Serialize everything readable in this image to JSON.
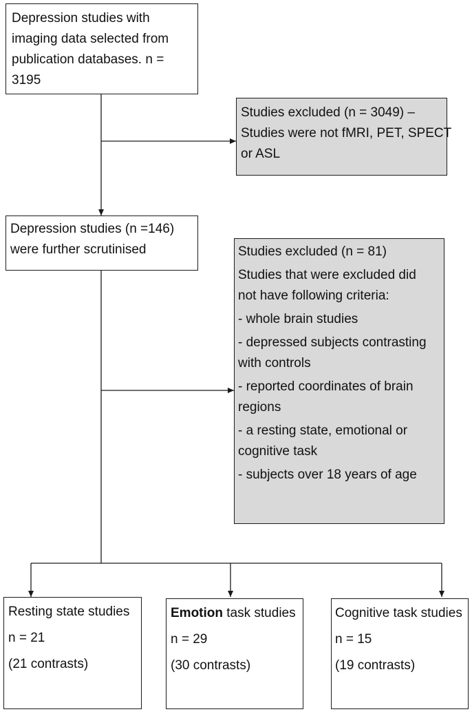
{
  "diagram": {
    "top_box": {
      "lines": [
        "Depression studies with",
        "imaging data selected from",
        "publication databases. n =",
        "3195"
      ]
    },
    "exclusion1": {
      "lines": [
        "Studies excluded (n = 3049) –",
        "Studies were not fMRI, PET, SPECT",
        "or ASL"
      ]
    },
    "mid_box": {
      "lines": [
        "Depression studies (n =146)",
        "were further scrutinised"
      ]
    },
    "exclusion2": {
      "heading": "Studies excluded (n = 81)",
      "intro": [
        "Studies that were excluded did",
        "not have following criteria:"
      ],
      "criteria": [
        [
          "- whole brain studies"
        ],
        [
          "- depressed subjects contrasting",
          "with controls"
        ],
        [
          "- reported coordinates of brain",
          "regions"
        ],
        [
          "- a resting state, emotional or",
          "cognitive task"
        ],
        [
          "- subjects over 18 years of age"
        ]
      ]
    },
    "outcomes": [
      {
        "title": "Resting state studies",
        "n": "n = 21",
        "contrasts": "(21 contrasts)"
      },
      {
        "title_bold": "Emotion",
        "title_rest": " task studies",
        "n": "n = 29",
        "contrasts": "(30 contrasts)"
      },
      {
        "title": "Cognitive task studies",
        "n": "n = 15",
        "contrasts": "(19 contrasts)"
      }
    ]
  }
}
